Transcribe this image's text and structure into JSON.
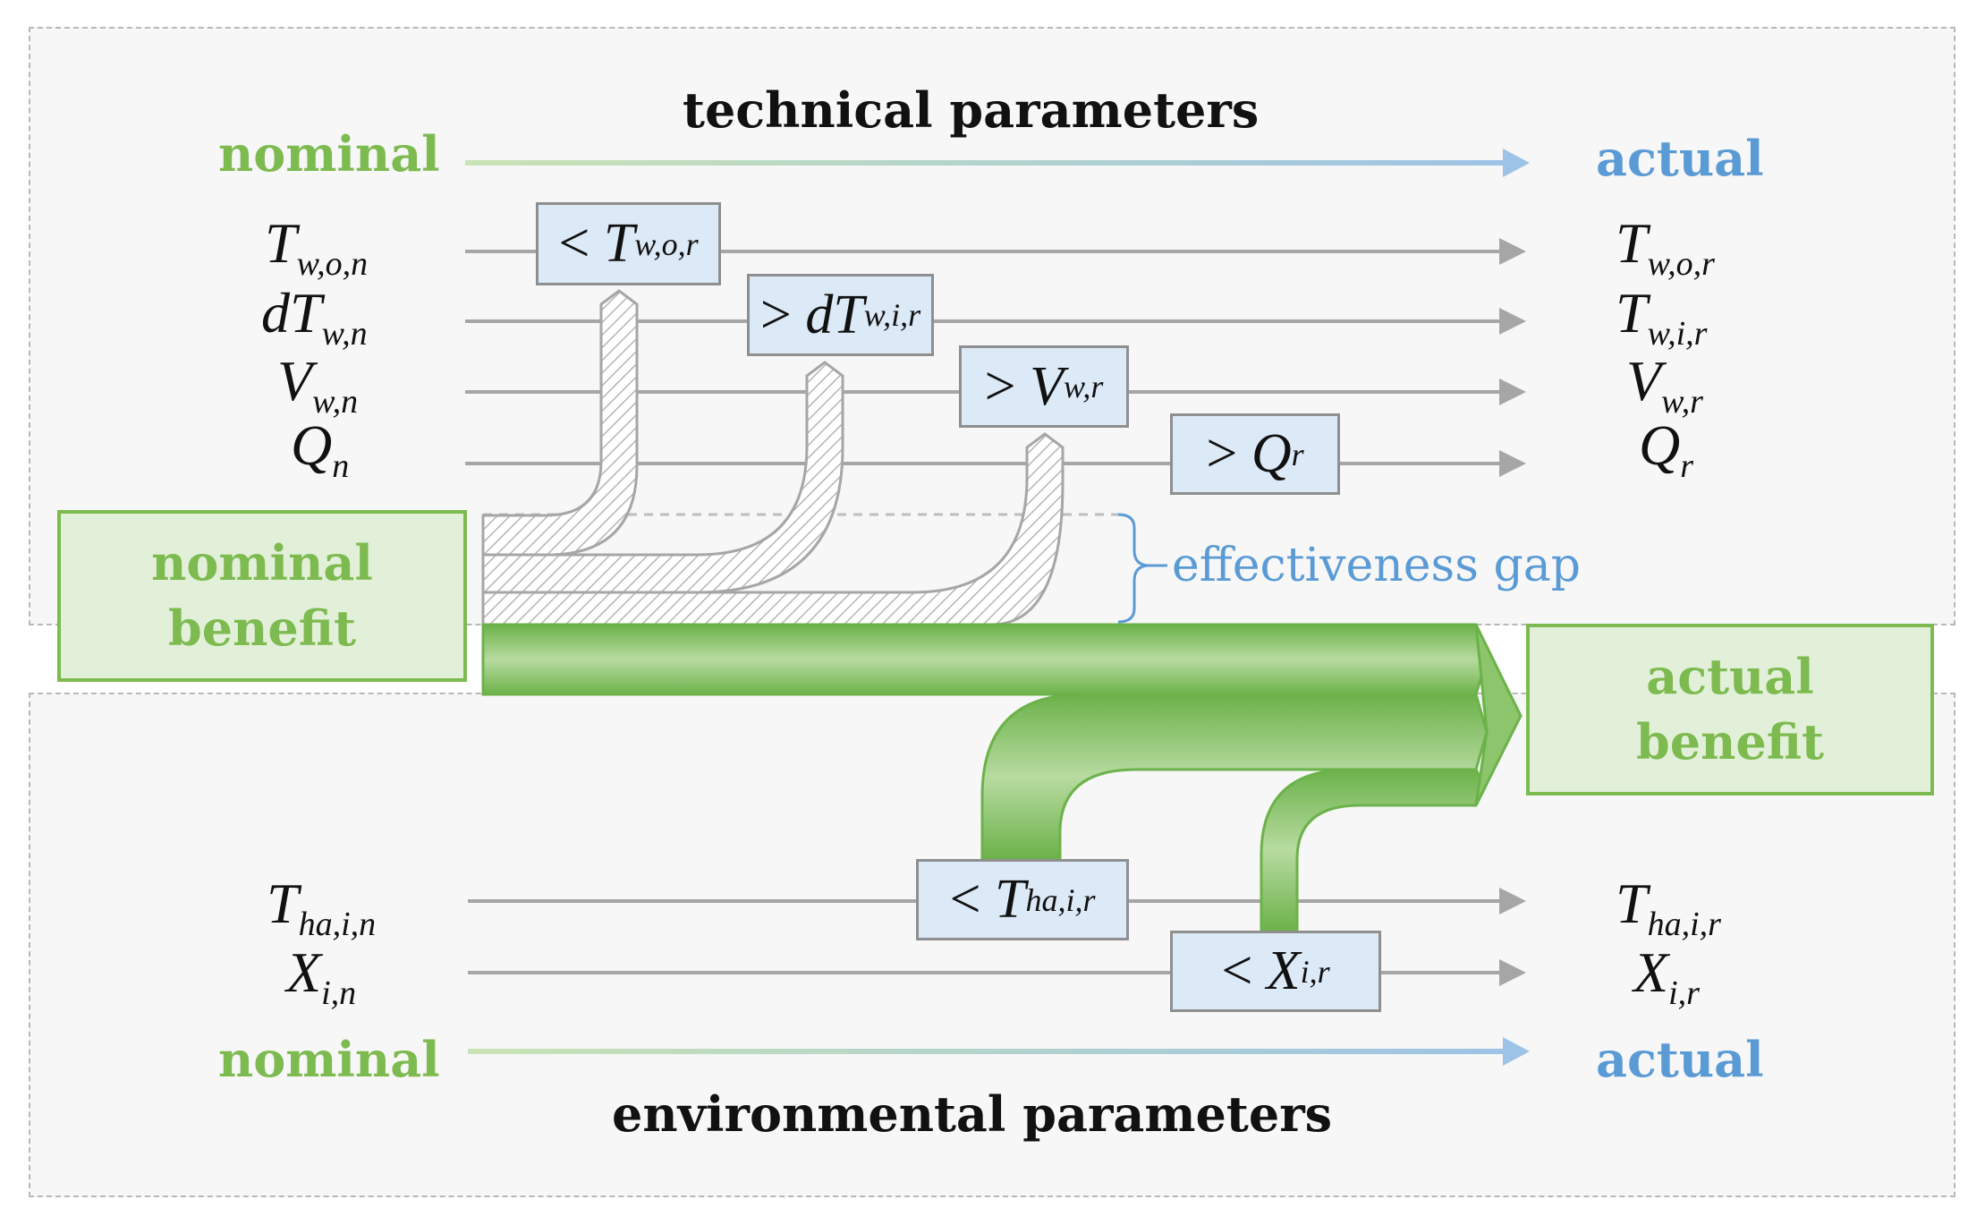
{
  "top_section": {
    "title": "technical parameters",
    "left_label": "nominal",
    "right_label": "actual",
    "nominal_vars": [
      {
        "base": "T",
        "sub": "w,o,n"
      },
      {
        "base": "dT",
        "sub": "w,n"
      },
      {
        "base": "V",
        "sub": "w,n"
      },
      {
        "base": "Q",
        "sub": "n"
      }
    ],
    "actual_vars": [
      {
        "base": "T",
        "sub": "w,o,r"
      },
      {
        "base": "T",
        "sub": "w,i,r"
      },
      {
        "base": "V",
        "sub": "w,r"
      },
      {
        "base": "Q",
        "sub": "r"
      }
    ],
    "deviations": [
      {
        "op": "<",
        "base": "T",
        "sub": "w,o,r"
      },
      {
        "op": ">",
        "base": "dT",
        "sub": "w,i,r"
      },
      {
        "op": ">",
        "base": "V",
        "sub": "w,r"
      },
      {
        "op": ">",
        "base": "Q",
        "sub": "r"
      }
    ]
  },
  "bottom_section": {
    "title": "environmental parameters",
    "left_label": "nominal",
    "right_label": "actual",
    "nominal_vars": [
      {
        "base": "T",
        "sub": "ha,i,n"
      },
      {
        "base": "X",
        "sub": "i,n"
      }
    ],
    "actual_vars": [
      {
        "base": "T",
        "sub": "ha,i,r"
      },
      {
        "base": "X",
        "sub": "i,r"
      }
    ],
    "deviations": [
      {
        "op": "<",
        "base": "T",
        "sub": "ha,i,r"
      },
      {
        "op": "<",
        "base": "X",
        "sub": "i,r"
      }
    ]
  },
  "nominal_benefit": {
    "line1": "nominal",
    "line2": "benefit"
  },
  "actual_benefit": {
    "line1": "actual",
    "line2": "benefit"
  },
  "gap_label": "effectiveness gap",
  "colors": {
    "green": "#7dba4f",
    "light_green": "#e2f0d9",
    "blue": "#5b9bd5",
    "box_blue": "#dce9f6",
    "line_gray": "#a6a6a6"
  }
}
